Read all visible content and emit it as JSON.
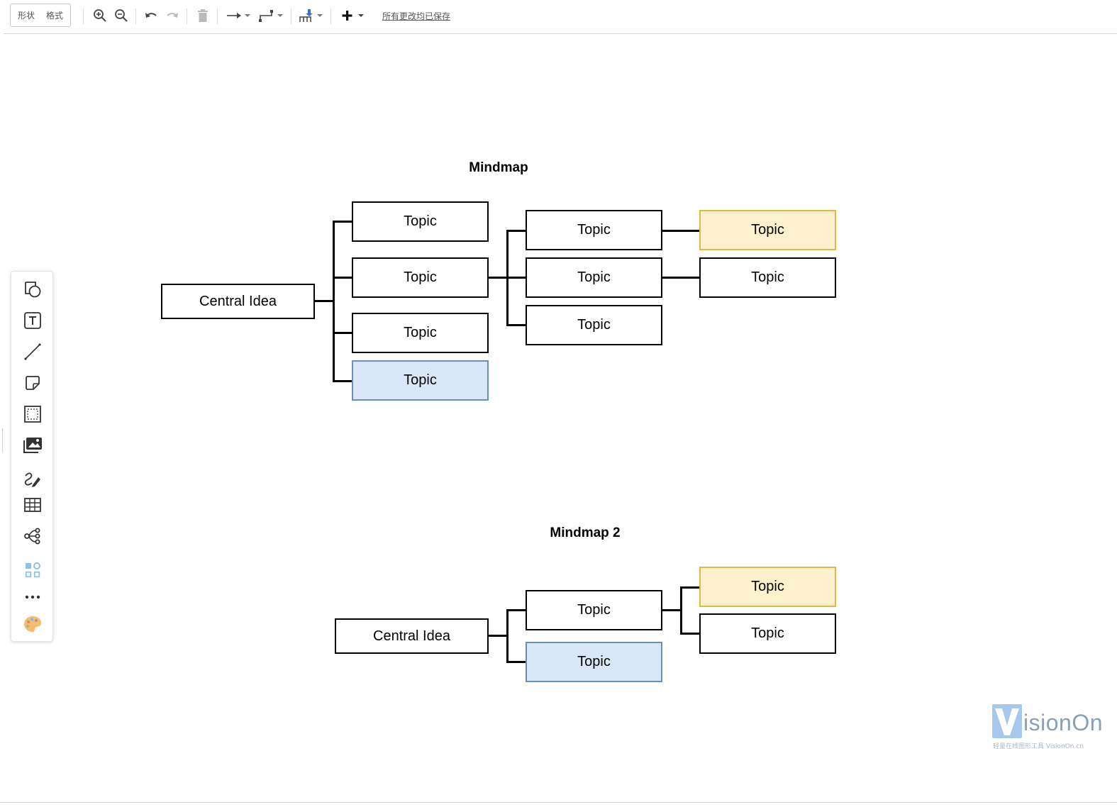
{
  "toolbar": {
    "shape_tab": "形状",
    "format_tab": "格式",
    "save_status": "所有更改均已保存",
    "icons": [
      "zoom-in-icon",
      "zoom-out-icon",
      "undo-icon",
      "redo-icon",
      "delete-icon",
      "connector-arrow-icon",
      "waypoint-icon",
      "insert-icon",
      "add-icon"
    ]
  },
  "palette": {
    "tools": [
      "shapes-icon",
      "text-icon",
      "line-icon",
      "sticky-note-icon",
      "frame-icon",
      "image-icon",
      "freehand-icon",
      "table-icon",
      "mindmap-icon",
      "templates-icon",
      "more-icon",
      "theme-palette-icon"
    ]
  },
  "diagrams": [
    {
      "title": "Mindmap",
      "central": "Central Idea",
      "nodes": [
        "Topic",
        "Topic",
        "Topic",
        "Topic",
        "Topic",
        "Topic",
        "Topic",
        "Topic",
        "Topic"
      ]
    },
    {
      "title": "Mindmap 2",
      "central": "Central Idea",
      "nodes": [
        "Topic",
        "Topic",
        "Topic",
        "Topic"
      ]
    }
  ],
  "colors": {
    "highlight_yellow_fill": "#fcf1cc",
    "highlight_yellow_border": "#e3b84a",
    "highlight_blue_fill": "#d9e7f9",
    "highlight_blue_border": "#6c8ebf"
  },
  "watermark": {
    "logo_letter": "V",
    "name": "isionOn",
    "tagline": "轻量在线图形工具 VisionOn.cn"
  }
}
